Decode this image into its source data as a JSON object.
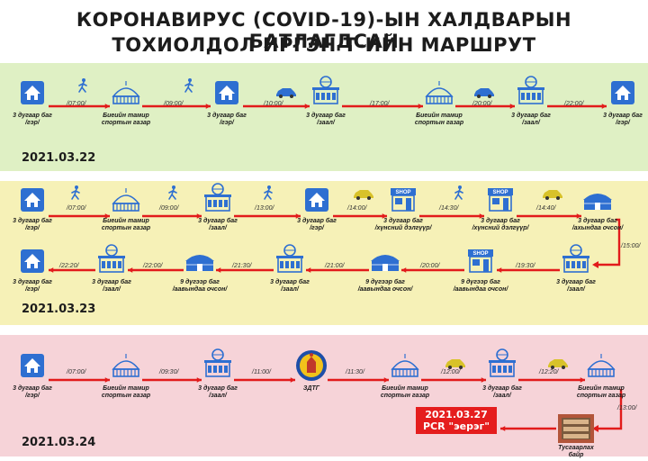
{
  "title": {
    "line1": "КОРОНАВИРУС (COVID-19)-ЫН ХАЛДВАРЫН БАТЛАГДСАН",
    "line2": "ТОХИОЛДОЛ ИРГЭН Т-ИЙН МАРШРУТ"
  },
  "colors": {
    "route": "#e21b1b",
    "icon": "#2e6fd1",
    "band1": "#dff0c4",
    "band2": "#f6f1b7",
    "band3": "#f6d3d8"
  },
  "days": [
    {
      "date": "2021.03.22",
      "stops": [
        {
          "icon": "house-icon",
          "label": "3 дугаар баг\n/гэр/"
        },
        {
          "icon": "stadium-icon",
          "label": "Биеийн тамир\nспортын газар"
        },
        {
          "icon": "house-icon",
          "label": "3 дугаар баг\n/гэр/"
        },
        {
          "icon": "gym-icon",
          "label": "3 дугаар баг\n/заал/"
        },
        {
          "icon": "stadium-icon",
          "label": "Биеийн тамир\nспортын газар"
        },
        {
          "icon": "gym-icon",
          "label": "3 дугаар баг\n/заал/"
        },
        {
          "icon": "house-icon",
          "label": "3 дугаар баг\n/гэр/"
        }
      ],
      "segments": [
        {
          "time": "/07:00/",
          "mode": "walk-icon"
        },
        {
          "time": "/09:00/",
          "mode": "walk-icon"
        },
        {
          "time": "/10:00/",
          "mode": "car-icon"
        },
        {
          "time": "/17:00/",
          "mode": ""
        },
        {
          "time": "/20:00/",
          "mode": ""
        },
        {
          "time": "/22:00/",
          "mode": ""
        }
      ]
    },
    {
      "date": "2021.03.23",
      "stops": [
        {
          "icon": "house-icon",
          "label": "3 дугаар баг\n/гэр/"
        },
        {
          "icon": "stadium-icon",
          "label": "Биеийн тамир\nспортын газар"
        },
        {
          "icon": "gym-icon",
          "label": "3 дугаар баг\n/заал/"
        },
        {
          "icon": "house-icon",
          "label": "3 дугаар баг\n/гэр/"
        },
        {
          "icon": "shop-icon",
          "label": "3 дугаар баг\n/хүнсний дэлгүүр/"
        },
        {
          "icon": "shop-icon",
          "label": "3 дугаар баг\n/хүнсний дэлгүүр/"
        },
        {
          "icon": "yurt-icon",
          "label": "3 дугаар баг\n/ахындаа очсон/"
        },
        {
          "icon": "gym-icon",
          "label": "3 дугаар баг\n/заал/"
        },
        {
          "icon": "shop-icon",
          "label": "9 дүгээр баг\n/аавындаа очсон/"
        },
        {
          "icon": "yurt-icon",
          "label": "9 дүгээр баг\n/аавындаа очсон/"
        },
        {
          "icon": "gym-icon",
          "label": "3 дугаар баг\n/заал/"
        },
        {
          "icon": "yurt-icon",
          "label": "9 дүгээр баг\n/аавындаа очсон/"
        },
        {
          "icon": "gym-icon",
          "label": "3 дугаар баг\n/заал/"
        },
        {
          "icon": "house-icon",
          "label": "3 дугаар баг\n/гэр/"
        }
      ],
      "segments": [
        {
          "time": "/07:00/"
        },
        {
          "time": "/09:00/"
        },
        {
          "time": "/13:00/"
        },
        {
          "time": "/14:00/"
        },
        {
          "time": "/14:30/"
        },
        {
          "time": "/14:40/"
        },
        {
          "time": "/15:00/"
        },
        {
          "time": "/19:30/"
        },
        {
          "time": "/20:00/"
        },
        {
          "time": "/21:00/"
        },
        {
          "time": "/21:30/"
        },
        {
          "time": "/22:00/"
        },
        {
          "time": "/22:20/"
        }
      ]
    },
    {
      "date": "2021.03.24",
      "stops": [
        {
          "icon": "house-icon",
          "label": "3 дугаар баг\n/гэр/"
        },
        {
          "icon": "stadium-icon",
          "label": "Биеийн тамир\nспортын газар"
        },
        {
          "icon": "gym-icon",
          "label": "3 дугаар баг\n/заал/"
        },
        {
          "icon": "emblem-icon",
          "label": "ЗДТГ"
        },
        {
          "icon": "stadium-icon",
          "label": "Биеийн тамир\nспортын газар"
        },
        {
          "icon": "gym-icon",
          "label": "3 дугаар баг\n/заал/"
        },
        {
          "icon": "stadium-icon",
          "label": "Биеийн тамир\nспортын газар"
        },
        {
          "icon": "building-icon",
          "label": "Тусгаарлах\nбайр"
        }
      ],
      "segments": [
        {
          "time": "/07:00/"
        },
        {
          "time": "/09:30/"
        },
        {
          "time": "/11:00/"
        },
        {
          "time": "/11:30/"
        },
        {
          "time": "/12:00/"
        },
        {
          "time": "/12:20/"
        },
        {
          "time": "/13:00/"
        }
      ]
    }
  ],
  "pcr": {
    "date": "2021.03.27",
    "text": "PCR \"эерэг\""
  }
}
